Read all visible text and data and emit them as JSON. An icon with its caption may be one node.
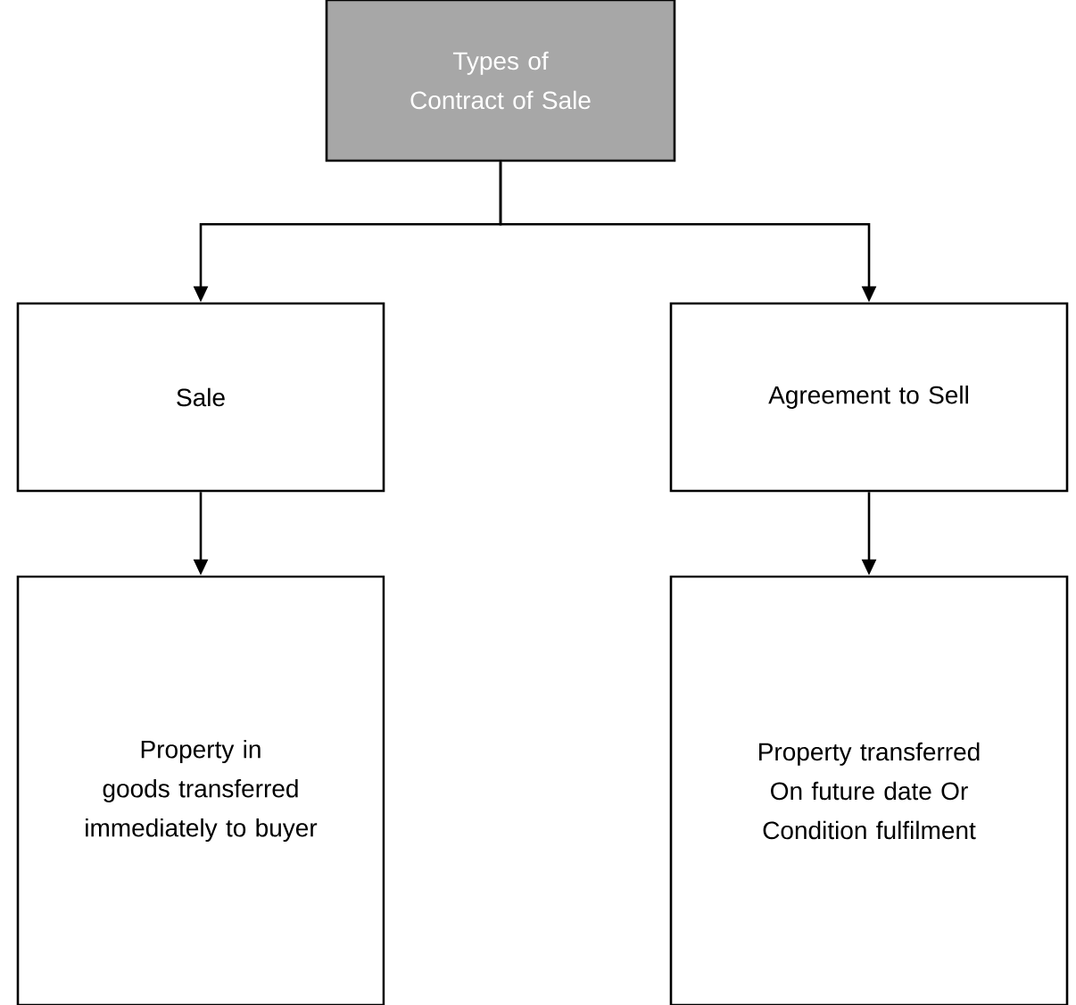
{
  "diagram": {
    "nodes": [
      {
        "text": [
          "Types of Contract of Sale"
        ]
      },
      {
        "text": [
          "Sale"
        ]
      },
      {
        "text": [
          "Agreement to Sell"
        ]
      },
      {
        "text": [
          "Property in goods transferred immediately to buyer"
        ]
      },
      {
        "text": [
          "Property transferred On future date Or Condition fulfilment"
        ]
      }
    ],
    "edges": [
      {
        "from": 0,
        "to": 1,
        "arrow": "to"
      },
      {
        "from": 0,
        "to": 2,
        "arrow": "to"
      },
      {
        "from": 1,
        "to": 3,
        "arrow": "to"
      },
      {
        "from": 2,
        "to": 4,
        "arrow": "to"
      }
    ]
  }
}
